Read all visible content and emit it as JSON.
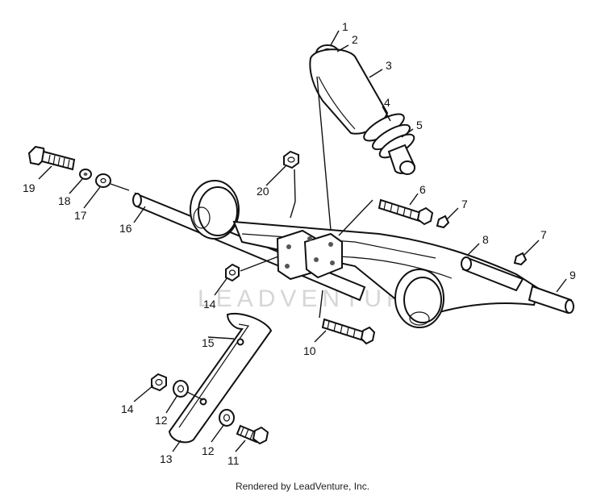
{
  "watermark": "LEADVENTURE",
  "footer": "Rendered by LeadVenture, Inc.",
  "callouts": [
    "1",
    "2",
    "3",
    "4",
    "5",
    "6",
    "7",
    "7",
    "8",
    "9",
    "10",
    "11",
    "12",
    "12",
    "13",
    "14",
    "14",
    "15",
    "16",
    "17",
    "18",
    "19",
    "20"
  ]
}
